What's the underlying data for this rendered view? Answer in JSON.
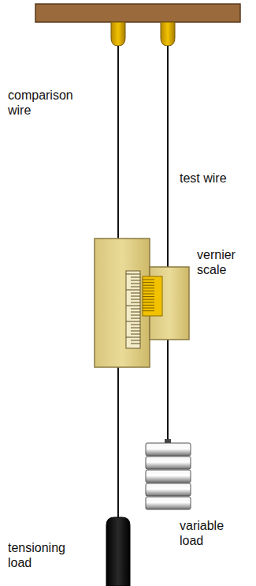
{
  "diagram": {
    "labels": [
      "comparison wire",
      "test wire",
      "vernier scale",
      "variable load",
      "tensioning load"
    ]
  }
}
